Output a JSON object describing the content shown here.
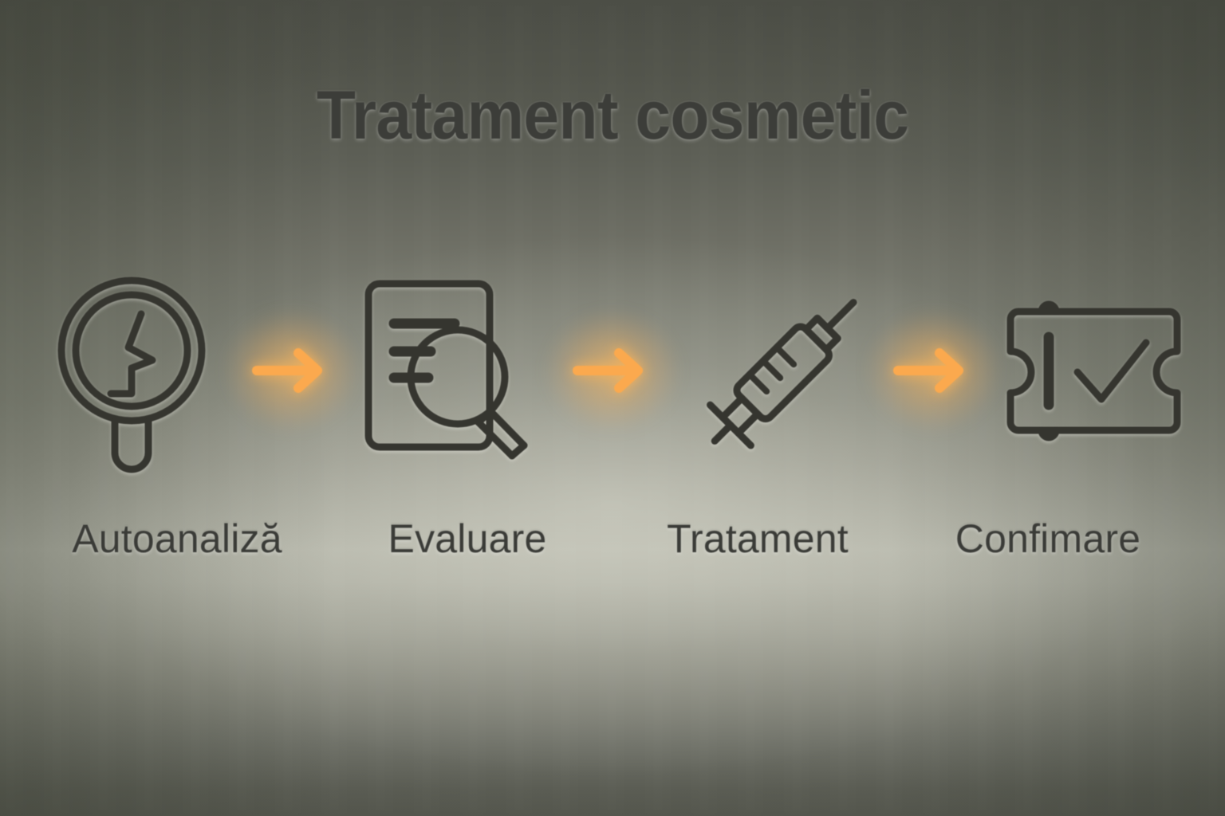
{
  "page": {
    "title": "Tratament cosmetic",
    "background_colors": {
      "top": "#4e5048",
      "mid_bright": "#bcbdb1",
      "bottom": "#575950"
    },
    "text_color": "#3a3b37",
    "accent_color": "#fba94e"
  },
  "flow": {
    "steps": [
      {
        "label": "Autoanaliză",
        "icon": "hand-mirror-face-profile-icon"
      },
      {
        "label": "Evaluare",
        "icon": "document-magnifier-icon"
      },
      {
        "label": "Tratament",
        "icon": "syringe-icon"
      },
      {
        "label": "Confimare",
        "icon": "ticket-checkmark-icon"
      }
    ],
    "connectors": [
      {
        "icon": "arrow-right-icon"
      },
      {
        "icon": "arrow-right-icon"
      },
      {
        "icon": "arrow-right-icon"
      }
    ]
  }
}
